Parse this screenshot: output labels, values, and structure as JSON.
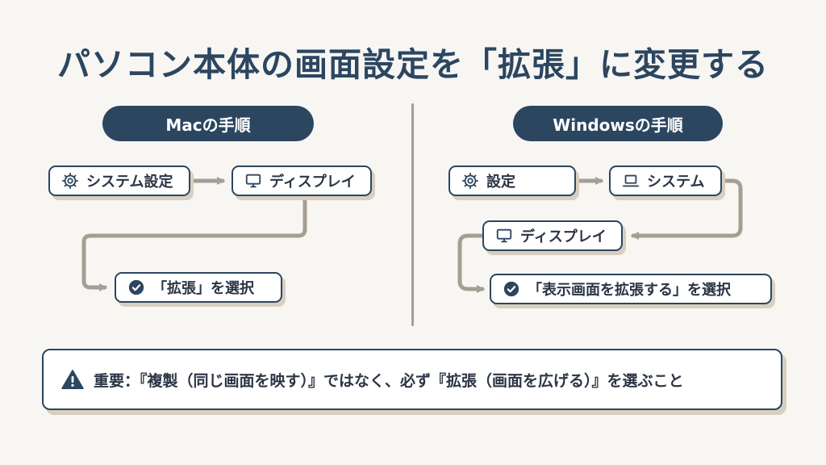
{
  "title": "パソコン本体の画面設定を「拡張」に変更する",
  "mac": {
    "header": "Macの手順",
    "steps": [
      {
        "icon": "gear-icon",
        "label": "システム設定"
      },
      {
        "icon": "monitor-icon",
        "label": "ディスプレイ"
      },
      {
        "icon": "check-circle-icon",
        "label": "「拡張」を選択"
      }
    ]
  },
  "windows": {
    "header": "Windowsの手順",
    "steps": [
      {
        "icon": "gear-icon",
        "label": "設定"
      },
      {
        "icon": "laptop-icon",
        "label": "システム"
      },
      {
        "icon": "monitor-icon",
        "label": "ディスプレイ"
      },
      {
        "icon": "check-circle-icon",
        "label": "「表示画面を拡張する」を選択"
      }
    ]
  },
  "note": {
    "icon": "warning-icon",
    "text": "重要：『複製（同じ画面を映す）』ではなく、必ず『拡張（画面を広げる）』を選ぶこと"
  },
  "colors": {
    "navy": "#2c4660",
    "connector": "#a59e93",
    "shadow": "#d8cfbf",
    "background": "#f7f6f3"
  }
}
